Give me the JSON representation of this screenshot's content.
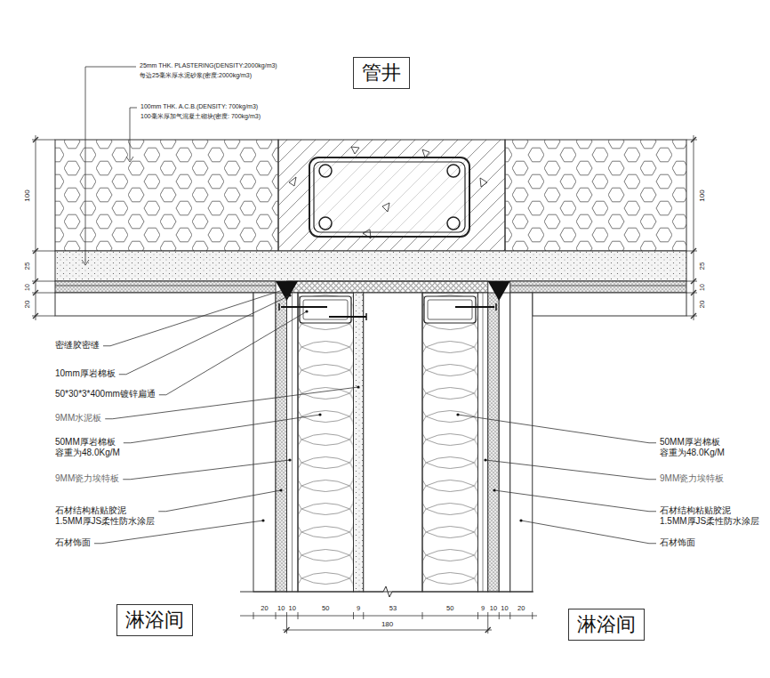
{
  "diagram": {
    "nodes": [
      {
        "text": [
          "管井"
        ]
      },
      {
        "text": [
          "淋浴间"
        ]
      },
      {
        "text": [
          "淋浴间"
        ]
      }
    ],
    "labels": [
      "25mm THK. PLASTERING(DENSITY:2000kg/m3)",
      "每边25毫米厚水泥砂浆(密度:2000kg/m3)",
      "100mm THK. A.C.B.(DENSITY: 700kg/m3)",
      "100毫米厚加气混凝土砌块(密度: 700kg/m3)",
      "100",
      "25",
      "10",
      "20",
      "100",
      "25",
      "10",
      "20",
      "密缝胶密缝",
      "10mm厚岩棉板",
      "50*30*3*400mm镀锌扁通",
      "9MM水泥板",
      "50MM厚岩棉板 容重为48.0Kg/M",
      "9MM瓷力埃特板",
      "石材结构粘贴胶泥 1.5MM厚JS柔性防水涂层",
      "石材饰面",
      "50MM厚岩棉板 容重为48.0Kg/M",
      "9MM瓷力埃特板",
      "石材结构粘贴胶泥 1.5MM厚JS柔性防水涂层",
      "石材饰面",
      "20",
      "10",
      "10",
      "50",
      "9",
      "53",
      "50",
      "9",
      "10",
      "10",
      "20",
      "180"
    ]
  }
}
